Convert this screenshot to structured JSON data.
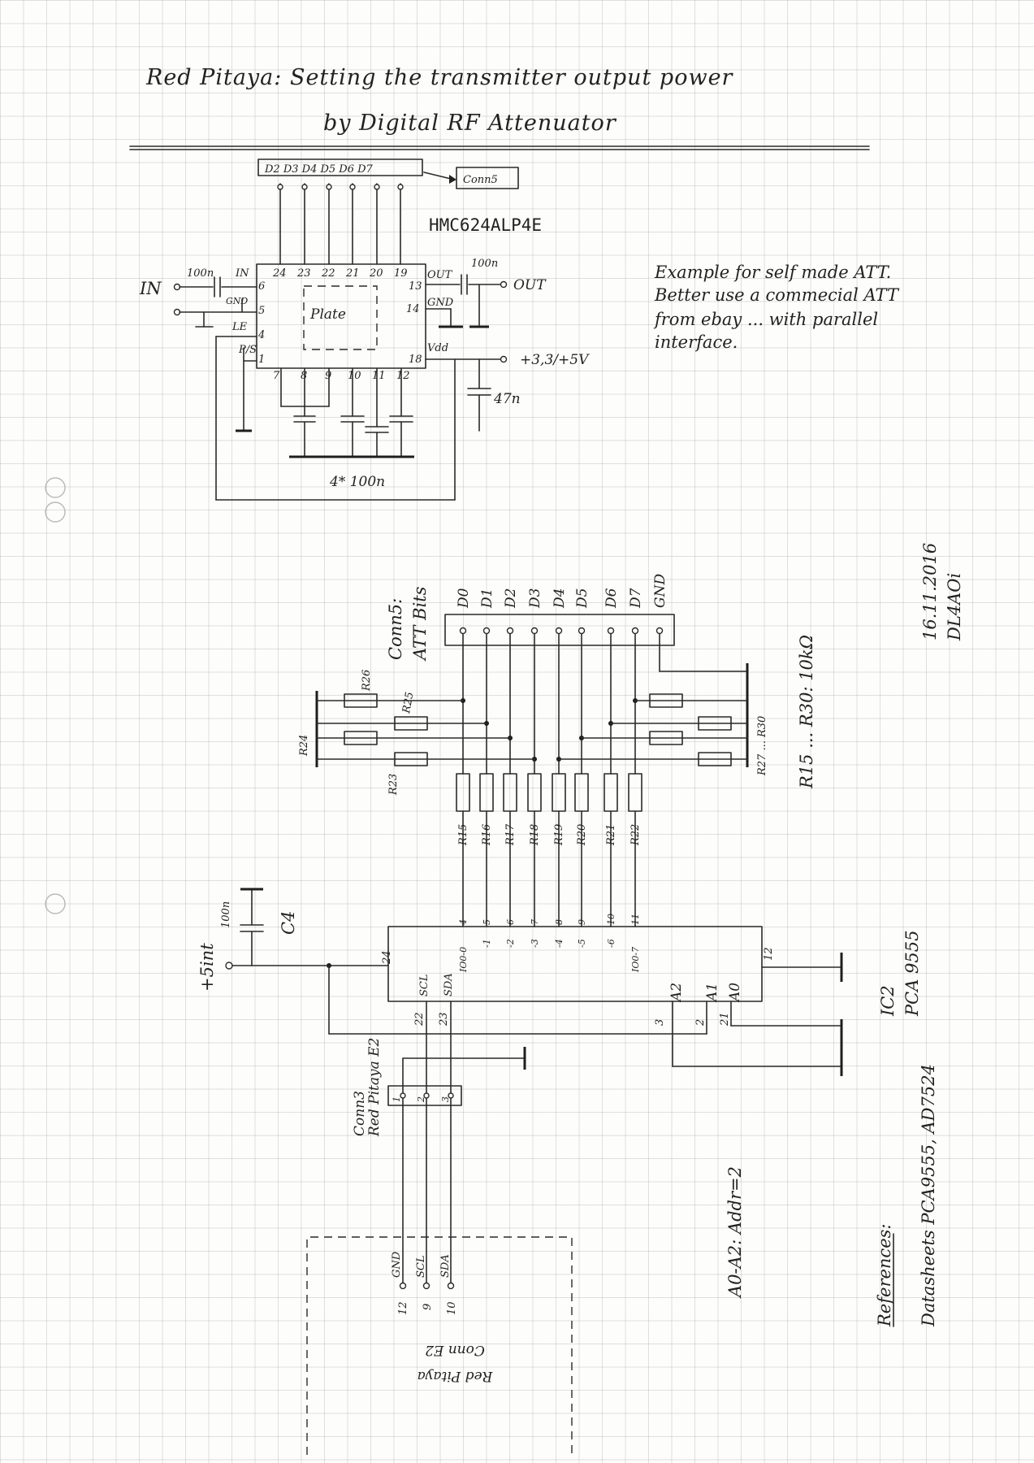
{
  "title": {
    "line1": "Red Pitaya: Setting the transmitter output power",
    "line2": "by Digital RF Attenuator"
  },
  "attenuator": {
    "top_pins": "D2 D3 D4 D5 D6 D7",
    "conn_ref": "Conn5",
    "chip": "HMC624ALP4E",
    "in_label": "IN",
    "in_cap": "100n",
    "pin_in": "IN",
    "pin_gnd": "GND",
    "pin_le": "LE",
    "pin_ps": "P/S",
    "num_6": "6",
    "num_5": "5",
    "num_4": "4",
    "num_1": "1",
    "num_24": "24",
    "num_23": "23",
    "num_22": "22",
    "num_21": "21",
    "num_20": "20",
    "num_19": "19",
    "num_13": "13",
    "num_14": "14",
    "num_18": "18",
    "num_7": "7",
    "num_8": "8",
    "num_9": "9",
    "num_10": "10",
    "num_11": "11",
    "num_12": "12",
    "plate": "Plate",
    "pin_out": "OUT",
    "pin_gnd2": "GND",
    "pin_vdd": "Vdd",
    "out_cap": "100n",
    "out_label": "OUT",
    "supply": "+3,3/+5V",
    "vdd_cap": "47n",
    "caps": "4* 100n"
  },
  "note": {
    "line1": "Example for self made ATT.",
    "line2": "Better use a commecial ATT",
    "line3": "from ebay ... with parallel",
    "line4": "interface."
  },
  "date": {
    "line1": "16.11.2016",
    "line2": "DL4AOi"
  },
  "conn5": {
    "label1": "Conn5:",
    "label2": "ATT Bits",
    "pins": [
      "D0",
      "D1",
      "D2",
      "D3",
      "D4",
      "D5",
      "D6",
      "D7",
      "GND"
    ]
  },
  "resistors": {
    "left": [
      "R26",
      "R25",
      "R24",
      "R23"
    ],
    "right": "R27 ... R30",
    "series": [
      "R15",
      "R16",
      "R17",
      "R18",
      "R19",
      "R20",
      "R21",
      "R22"
    ],
    "value_note": "R15 ... R30: 10kΩ"
  },
  "ic2": {
    "ref": "IC2",
    "part": "PCA 9555",
    "top_nums": [
      "4",
      "5",
      "6",
      "7",
      "8",
      "9",
      "10",
      "11"
    ],
    "io_labels": [
      "IO0-0",
      "-1",
      "-2",
      "-3",
      "-4",
      "-5",
      "-6",
      "IO0-7"
    ],
    "pin12": "12",
    "pin24": "24",
    "scl": "SCL",
    "sda": "SDA",
    "a2": "A2",
    "a1": "A1",
    "a0": "A0",
    "n22": "22",
    "n23": "23",
    "n3": "3",
    "n2": "2",
    "n21": "21"
  },
  "power": {
    "label": "+5int",
    "cap": "100n",
    "cap_ref": "C4"
  },
  "conn3": {
    "ref": "Conn3",
    "name": "Red Pitaya E2",
    "pins": [
      "1",
      "2",
      "3"
    ]
  },
  "connE2": {
    "labels": [
      "GND",
      "SCL",
      "SDA"
    ],
    "nums": [
      "12",
      "9",
      "10"
    ],
    "name1": "Red Pitaya",
    "name2": "Conn E2"
  },
  "addr_note": "A0-A2: Addr=2",
  "references": {
    "title": "References:",
    "text": "Datasheets PCA9555, AD7524"
  }
}
